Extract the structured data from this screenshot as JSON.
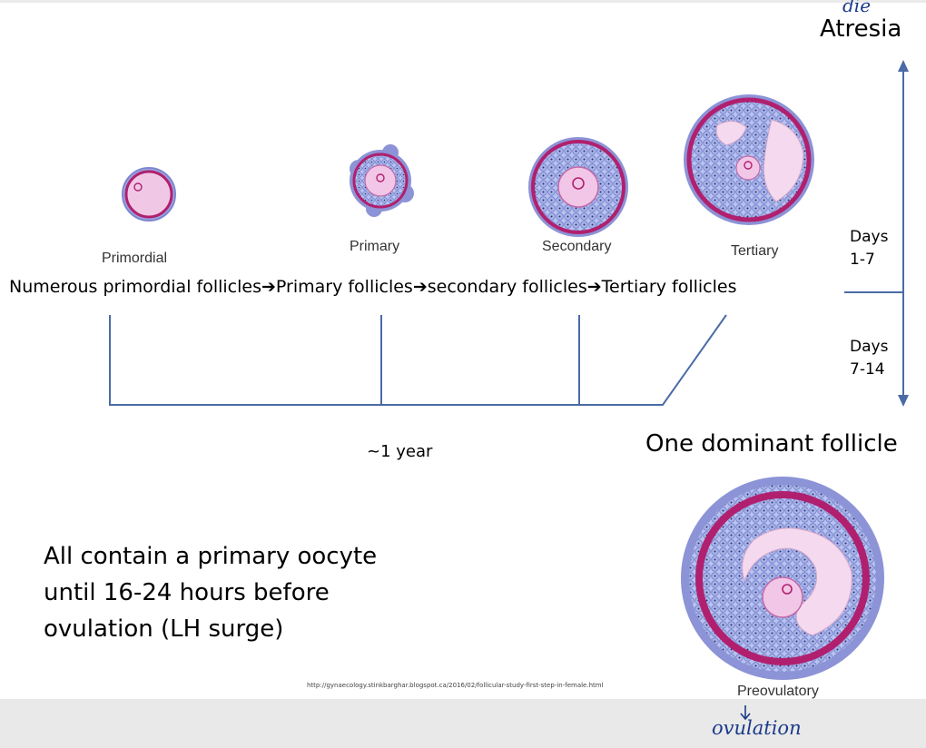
{
  "stages": {
    "primordial": "Primordial",
    "primary": "Primary",
    "secondary": "Secondary",
    "tertiary": "Tertiary",
    "preovulatory": "Preovulatory"
  },
  "sequence": {
    "s1": "Numerous primordial follicles",
    "s2": "Primary follicles",
    "s3": "secondary follicles",
    "s4": "Tertiary follicles",
    "arrow": "➔"
  },
  "timeline": {
    "duration": "~1 year"
  },
  "right": {
    "atresia": "Atresia",
    "atresia_note": "die",
    "days_a": "Days 1-7",
    "days_b": "Days 7-14",
    "dominant": "One dominant follicle"
  },
  "body_note": "All contain a primary oocyte until 16-24 hours before ovulation (LH surge)",
  "source_url": "http://gynaecology.stinkbarghar.blogspot.ca/2016/02/follicular-study-first-step-in-female.html",
  "ovulation_note": "ovulation",
  "colors": {
    "theca": "#8c93d6",
    "basement": "#b0206e",
    "oocyte": "#f2c6e6",
    "granulosa": "#b8c2ec",
    "antrum": "#f4d9ef",
    "line": "#4a6ba6"
  }
}
